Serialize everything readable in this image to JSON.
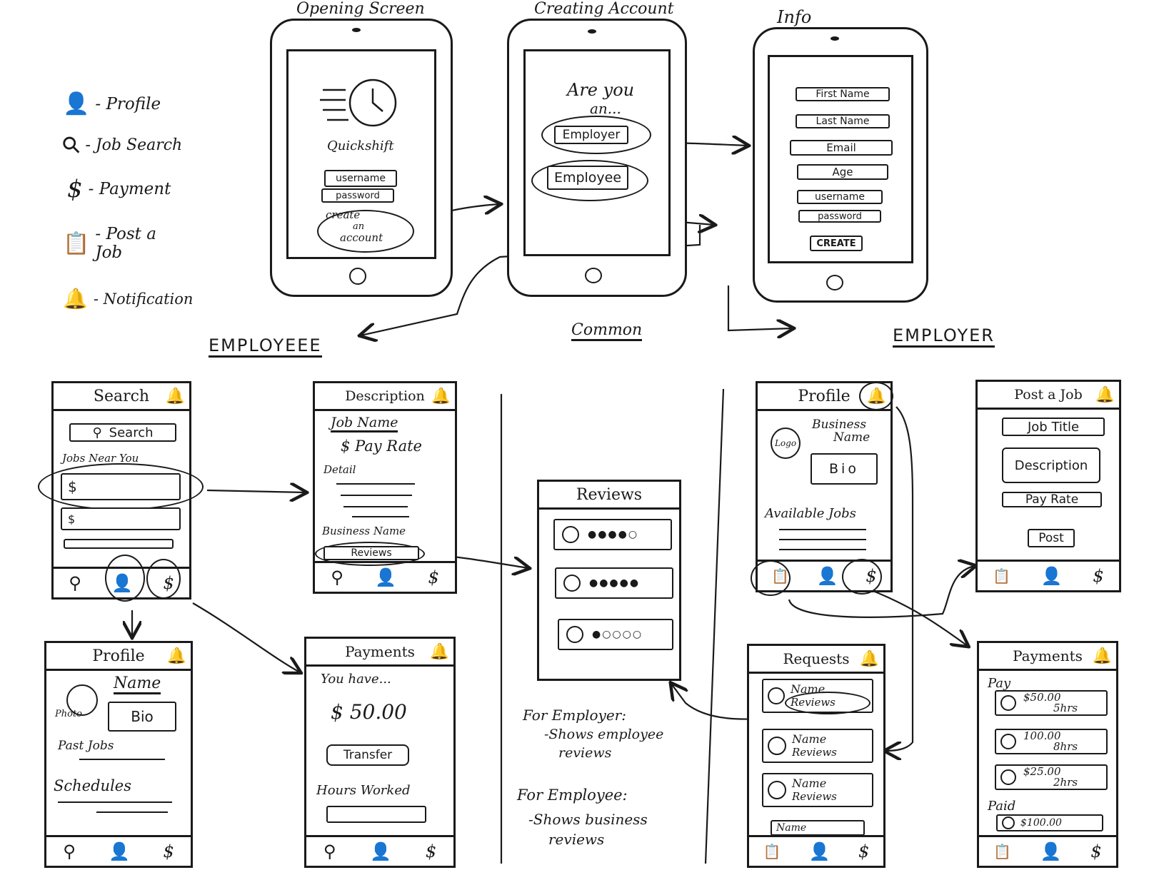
{
  "legend": [
    {
      "icon": "profile-icon",
      "glyph": "👤",
      "label": "- Profile"
    },
    {
      "icon": "search-icon",
      "glyph": "⚲",
      "label": "- Job Search"
    },
    {
      "icon": "dollar-icon",
      "glyph": "$",
      "label": "- Payment"
    },
    {
      "icon": "clipboard-icon",
      "glyph": "📋",
      "label": "- Post a Job"
    },
    {
      "icon": "bell-icon",
      "glyph": "🔔",
      "label": "- Notification"
    }
  ],
  "titles": {
    "opening": "Opening Screen",
    "creating": "Creating Account",
    "info": "Info"
  },
  "opening": {
    "app_name": "Quickshift",
    "username": "username",
    "password": "password",
    "create_line1": "create",
    "create_line2": "an",
    "create_line3": "account"
  },
  "creating": {
    "question_line1": "Are you",
    "question_line2": "an...",
    "employer": "Employer",
    "employee": "Employee"
  },
  "info": {
    "first_name": "First Name",
    "last_name": "Last Name",
    "email": "Email",
    "age": "Age",
    "username": "username",
    "password": "password",
    "create": "CREATE"
  },
  "sections": {
    "employee": "EMPLOYEEE",
    "common": "Common",
    "employer": "EMPLOYER"
  },
  "search_screen": {
    "title": "Search",
    "search": "Search",
    "jobs_near": "Jobs Near You",
    "item_glyph": "$"
  },
  "description_screen": {
    "title": "Description",
    "job_name": "Job Name",
    "pay_rate": "$ Pay Rate",
    "detail": "Detail",
    "business_name": "Business Name",
    "reviews": "Reviews"
  },
  "employee_profile": {
    "title": "Profile",
    "name": "Name",
    "photo": "Photo",
    "bio": "Bio",
    "past_jobs": "Past Jobs",
    "schedules": "Schedules"
  },
  "employee_payments": {
    "title": "Payments",
    "you_have": "You have...",
    "amount": "$ 50.00",
    "transfer": "Transfer",
    "hours_worked": "Hours Worked"
  },
  "reviews_screen": {
    "title": "Reviews",
    "rows": [
      "●●●●○",
      "●●●●●",
      "●○○○○"
    ]
  },
  "notes": {
    "employer_line1": "For Employer:",
    "employer_line2": "-Shows employee",
    "employer_line3": "reviews",
    "employee_line1": "For Employee:",
    "employee_line2": "-Shows business",
    "employee_line3": "reviews"
  },
  "employer_profile": {
    "title": "Profile",
    "logo": "Logo",
    "business_line1": "Business",
    "business_line2": "Name",
    "bio": "Bio",
    "available_jobs": "Available Jobs"
  },
  "post_job": {
    "title": "Post a Job",
    "job_title": "Job Title",
    "description": "Description",
    "pay_rate": "Pay Rate",
    "post": "Post"
  },
  "requests": {
    "title": "Requests",
    "items": [
      {
        "name": "Name",
        "sub": "Reviews"
      },
      {
        "name": "Name",
        "sub": "Reviews"
      },
      {
        "name": "Name",
        "sub": "Reviews"
      },
      {
        "name": "Name",
        "sub": ""
      }
    ]
  },
  "employer_payments": {
    "title": "Payments",
    "pay": "Pay",
    "paid": "Paid",
    "items": [
      {
        "amount": "$50.00",
        "hours": "5hrs"
      },
      {
        "amount": "100.00",
        "hours": "8hrs"
      },
      {
        "amount": "$25.00",
        "hours": "2hrs"
      }
    ],
    "paid_amount": "$100.00"
  },
  "nav_glyphs": {
    "search": "⚲",
    "profile": "👤",
    "dollar": "$",
    "clipboard": "📋",
    "bell": "🔔"
  }
}
